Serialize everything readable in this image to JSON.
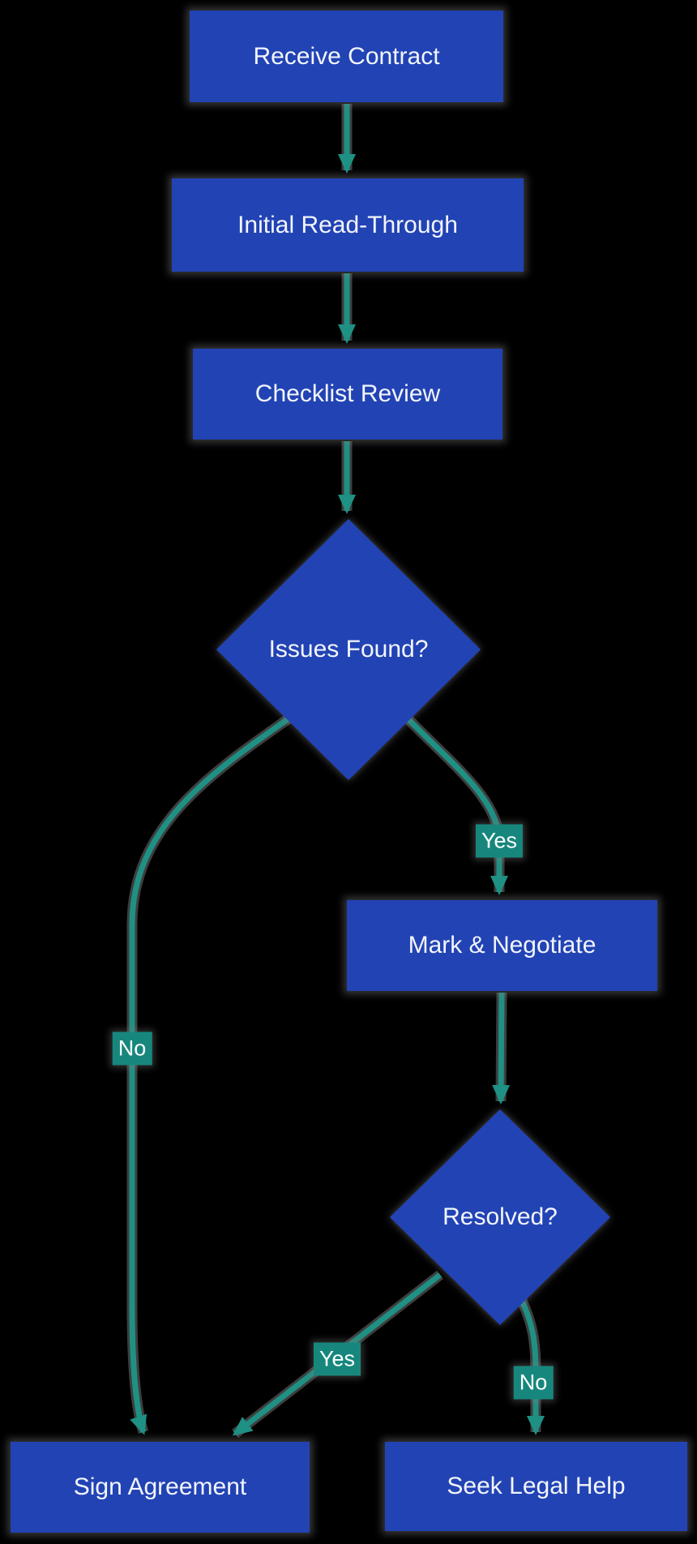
{
  "diagram": {
    "type": "flowchart",
    "direction": "top-down",
    "colors": {
      "bg": "#000000",
      "node-fill": "#2243b4",
      "node-text": "#f2f5fb",
      "edge-color": "#1f9084",
      "label-bg": "#17877d",
      "label-text": "#ffffff"
    },
    "nodes": {
      "receive": {
        "label": "Receive Contract",
        "shape": "rect"
      },
      "initial": {
        "label": "Initial Read-Through",
        "shape": "rect"
      },
      "checklist": {
        "label": "Checklist Review",
        "shape": "rect"
      },
      "issues": {
        "label": "Issues Found?",
        "shape": "diamond"
      },
      "mark": {
        "label": "Mark & Negotiate",
        "shape": "rect"
      },
      "resolved": {
        "label": "Resolved?",
        "shape": "diamond"
      },
      "sign": {
        "label": "Sign Agreement",
        "shape": "rect"
      },
      "seek": {
        "label": "Seek Legal Help",
        "shape": "rect"
      }
    },
    "edges": [
      {
        "from": "receive",
        "to": "initial",
        "label": ""
      },
      {
        "from": "initial",
        "to": "checklist",
        "label": ""
      },
      {
        "from": "checklist",
        "to": "issues",
        "label": ""
      },
      {
        "from": "issues",
        "to": "mark",
        "label": "Yes"
      },
      {
        "from": "issues",
        "to": "sign",
        "label": "No"
      },
      {
        "from": "mark",
        "to": "resolved",
        "label": ""
      },
      {
        "from": "resolved",
        "to": "sign",
        "label": "Yes"
      },
      {
        "from": "resolved",
        "to": "seek",
        "label": "No"
      }
    ],
    "edge_labels": {
      "issues_yes": "Yes",
      "issues_no": "No",
      "resolved_yes": "Yes",
      "resolved_no": "No"
    }
  }
}
